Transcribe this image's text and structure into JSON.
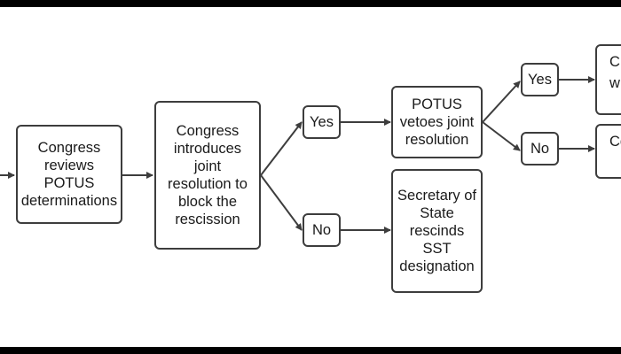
{
  "diagram": {
    "nodes": {
      "congress_reviews": "Congress\nreviews\nPOTUS\ndeterminations",
      "congress_introduces": "Congress\nintroduces\njoint\nresolution to\nblock the\nrescission",
      "yes_1": "Yes",
      "no_1": "No",
      "potus_vetoes": "POTUS\nvetoes joint\nresolution",
      "secretary_rescinds": "Secretary of\nState\nrescinds\nSST\ndesignation",
      "yes_2": "Yes",
      "no_2": "No",
      "cut_top": "C\nw",
      "cut_bottom": "Co"
    },
    "colors": {
      "border": "#3d3d3d",
      "arrow": "#3d3d3d",
      "frame": "#000000",
      "background": "#ffffff"
    }
  }
}
